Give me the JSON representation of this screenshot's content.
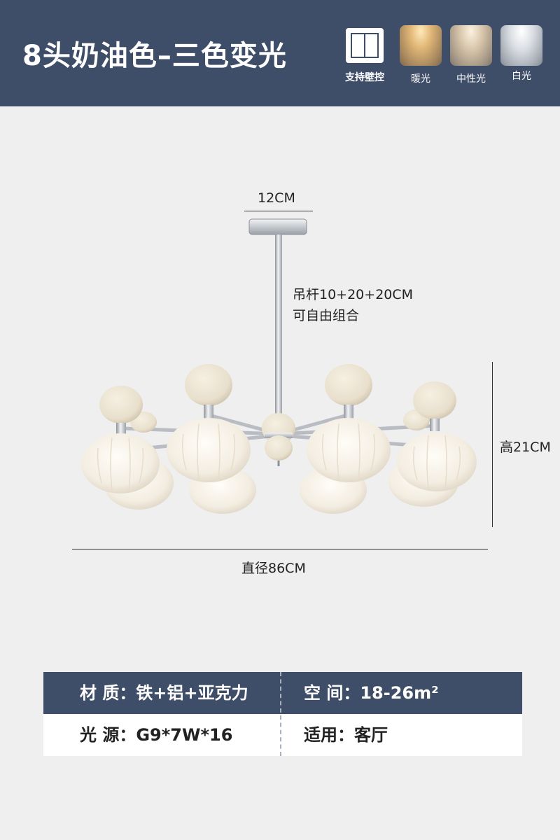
{
  "header": {
    "title": "8头奶油色–三色变光",
    "features": [
      {
        "label": "支持壁控",
        "icon": "wall-switch-icon"
      },
      {
        "label": "暖光",
        "icon": "warm-light-swatch"
      },
      {
        "label": "中性光",
        "icon": "neutral-light-swatch"
      },
      {
        "label": "白光",
        "icon": "white-light-swatch"
      }
    ]
  },
  "dimensions": {
    "canopy": "12CM",
    "rod_line1": "吊杆10+20+20CM",
    "rod_line2": "可自由组合",
    "height": "高21CM",
    "diameter": "直径86CM"
  },
  "specs": {
    "material": "材 质：铁+铝+亚克力",
    "space": "空 间：18-26m²",
    "light_source": "光 源：G9*7W*16",
    "usage": "适用：客厅"
  },
  "colors": {
    "header_bg": "#3e4d68",
    "page_bg": "#efeff0",
    "shade_cream": "#f1eadb",
    "chrome": "#c9ccd1"
  }
}
